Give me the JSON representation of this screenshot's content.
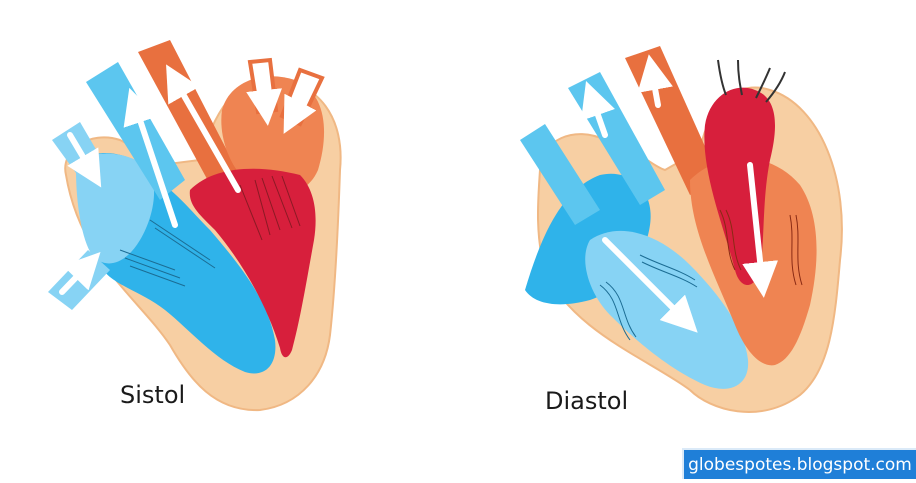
{
  "labels": {
    "sistol": "Sistol",
    "diastol": "Diastol"
  },
  "watermark": {
    "text": "globespotes.blogspot.com"
  },
  "colors": {
    "pericardium": "#f7cfa3",
    "pericardium_edge": "#f0b884",
    "deoxygenated_blood": "#2fb3ea",
    "deoxygenated_light": "#87d3f4",
    "oxygenated_blood": "#d71f3c",
    "oxygenated_orange": "#ef8452",
    "aorta_orange": "#e8703f",
    "arrow_fill": "#ffffff",
    "watermark_bg": "#1f7fd8"
  }
}
